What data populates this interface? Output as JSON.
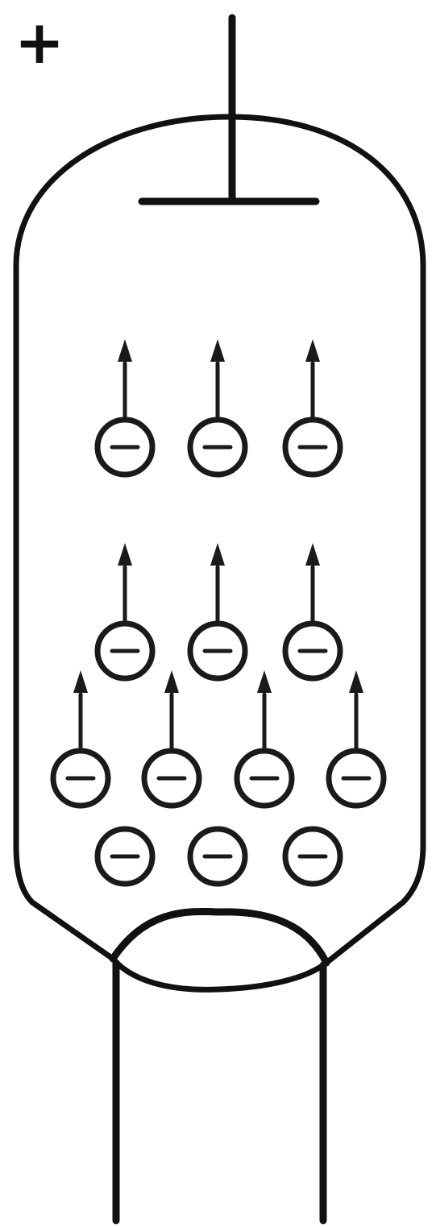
{
  "diagram": {
    "plate_polarity_symbol": "+",
    "plate_label": "",
    "cathode_label": "",
    "colors": {
      "line": "#111111",
      "electron": "#1a1a1a",
      "background": "#ffffff"
    },
    "electron_groups": [
      {
        "name": "electron-row-top",
        "count": 3,
        "moving_toward_plate": true
      },
      {
        "name": "electron-row-middle",
        "count": 3,
        "moving_toward_plate": true
      },
      {
        "name": "electron-row-lower",
        "count": 4,
        "moving_toward_plate": true
      },
      {
        "name": "electron-row-at-cathode",
        "count": 3,
        "moving_toward_plate": false
      }
    ],
    "electron_symbol": "minus-sign",
    "icons": [
      "plus-icon",
      "electron-icon",
      "arrow-up-icon"
    ]
  }
}
